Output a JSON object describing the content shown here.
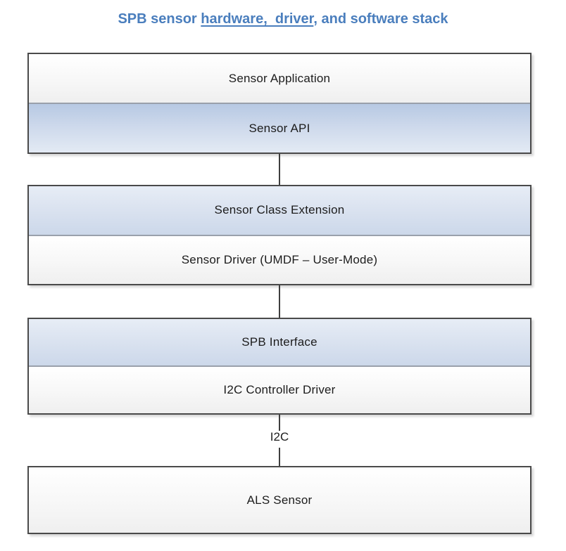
{
  "title": {
    "prefix": "SPB sensor ",
    "link": "hardware,  driver",
    "suffix": ", and software stack",
    "color": "#4a7ebd"
  },
  "diagram": {
    "groups": [
      {
        "boxes": [
          {
            "label": "Sensor Application",
            "variant": "white"
          },
          {
            "label": "Sensor API",
            "variant": "blue-top"
          }
        ]
      },
      {
        "boxes": [
          {
            "label": "Sensor Class Extension",
            "variant": "blue-bottom"
          },
          {
            "label": "Sensor Driver (UMDF – User-Mode)",
            "variant": "white"
          }
        ]
      },
      {
        "boxes": [
          {
            "label": "SPB Interface",
            "variant": "blue-bottom"
          },
          {
            "label": "I2C Controller Driver",
            "variant": "white"
          }
        ]
      },
      {
        "boxes": [
          {
            "label": "ALS Sensor",
            "variant": "white"
          }
        ]
      }
    ],
    "connector_label": "I2C",
    "colors": {
      "title_blue": "#4a7ebd",
      "blue_gradient_dark": "#b7c9e3",
      "blue_gradient_light": "#e7edf6",
      "white_gradient_bottom": "#efefef",
      "box_border_dark": "#4a4a4a",
      "box_divider_gray": "#99a0ab",
      "connector_line": "#3f3f3f",
      "box_text": "#1c1c1c"
    }
  }
}
